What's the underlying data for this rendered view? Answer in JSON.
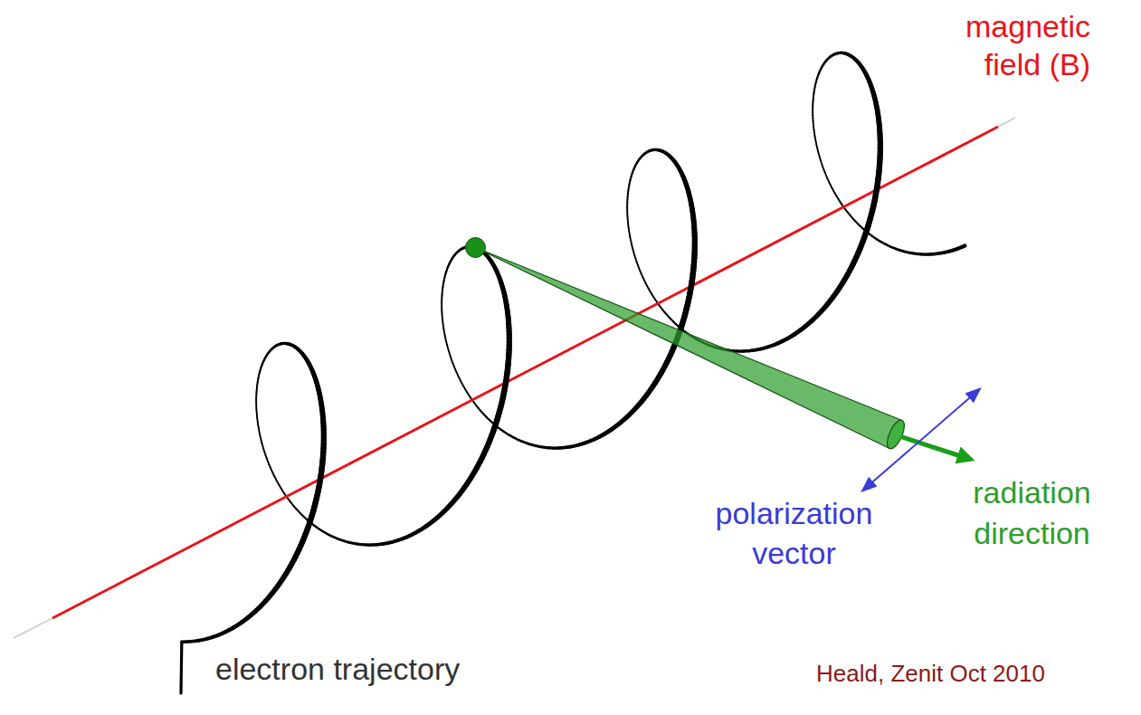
{
  "diagram": {
    "labels": [
      "magnetic field (B)",
      "electron trajectory",
      "polarization vector",
      "radiation direction",
      "Heald, Zenit Oct 2010"
    ]
  }
}
